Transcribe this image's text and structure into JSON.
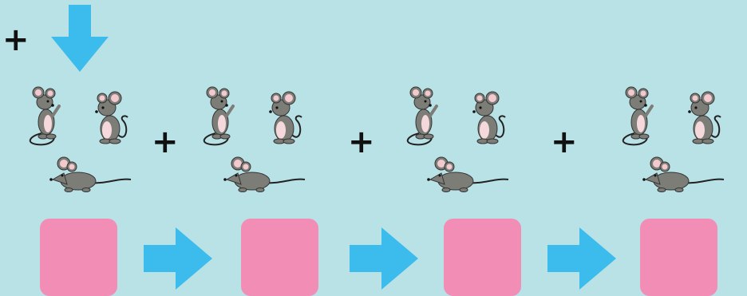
{
  "operators": {
    "plus_1": "+",
    "plus_2": "+",
    "plus_3": "+",
    "plus_4": "+"
  },
  "answer_boxes": [
    "",
    "",
    "",
    ""
  ],
  "colors": {
    "background": "#b9e2e7",
    "arrow": "#3bbcec",
    "answer_box": "#f28db5",
    "mouse_body": "#7d7d78",
    "mouse_ear_inner": "#f2c9cf"
  },
  "icons": [
    "arrow-down-icon",
    "mouse-icon",
    "arrow-right-icon"
  ],
  "mouse_groups": [
    {
      "mice_count": 3
    },
    {
      "mice_count": 3
    },
    {
      "mice_count": 3
    },
    {
      "mice_count": 3
    }
  ]
}
